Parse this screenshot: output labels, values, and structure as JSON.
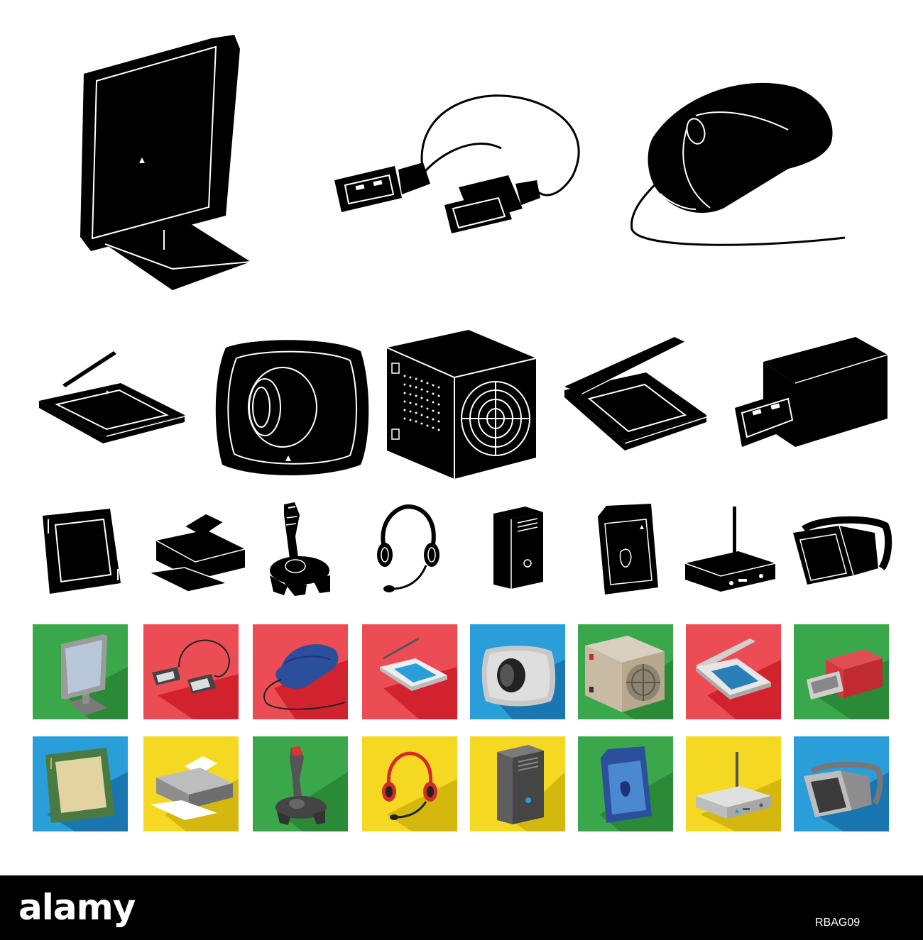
{
  "colors": {
    "icon_fill": "#000000",
    "icon_line": "#ffffff",
    "tile_green": "#3aa84a",
    "tile_red": "#ec4d55",
    "tile_blue": "#2a9ed8",
    "tile_yellow": "#f5d822",
    "bar": "#000000"
  },
  "icons": {
    "black_row1": [
      "monitor-icon",
      "usb-cable-icon",
      "computer-mouse-icon"
    ],
    "black_row2": [
      "graphics-tablet-icon",
      "webcam-icon",
      "power-supply-icon",
      "flatbed-scanner-icon",
      "usb-flash-drive-icon"
    ],
    "black_row3": [
      "cpu-processor-icon",
      "printer-icon",
      "joystick-icon",
      "headset-icon",
      "system-unit-icon",
      "memory-card-icon",
      "wifi-router-icon",
      "vr-headset-icon"
    ],
    "flat_row1": [
      "monitor-icon",
      "usb-cable-icon",
      "computer-mouse-icon",
      "graphics-tablet-icon",
      "webcam-icon",
      "power-supply-icon",
      "flatbed-scanner-icon",
      "usb-flash-drive-icon"
    ],
    "flat_row2": [
      "cpu-processor-icon",
      "printer-icon",
      "joystick-icon",
      "headset-icon",
      "system-unit-icon",
      "memory-card-icon",
      "wifi-router-icon",
      "vr-headset-icon"
    ]
  },
  "tiles": {
    "row1": [
      "green",
      "red",
      "red",
      "red",
      "blue",
      "green",
      "red",
      "green"
    ],
    "row2": [
      "blue",
      "yellow",
      "green",
      "yellow",
      "yellow",
      "green",
      "yellow",
      "blue"
    ]
  },
  "watermark": {
    "brand": "alamy",
    "stock_id": "RBAG09"
  }
}
